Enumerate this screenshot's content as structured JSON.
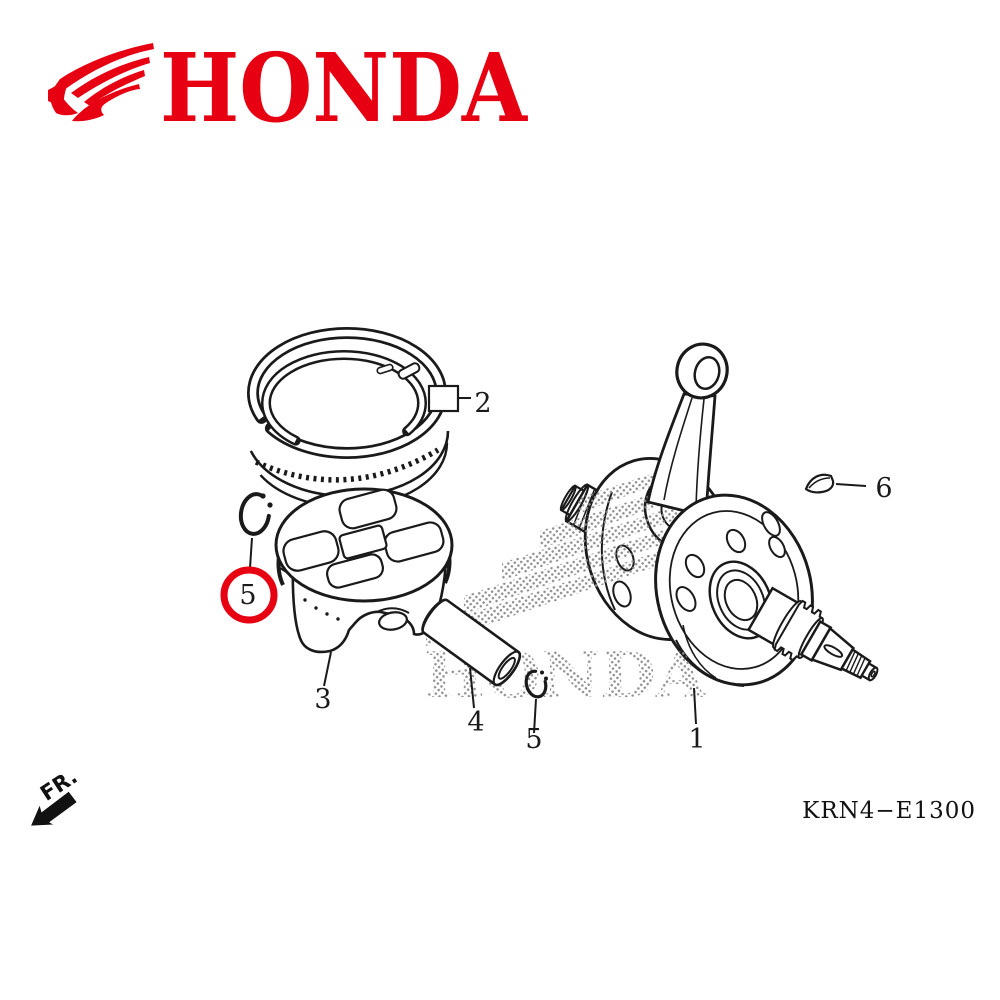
{
  "brand": {
    "logo_text": "HONDA"
  },
  "watermark": {
    "text": "HONDA"
  },
  "footer": {
    "diagram_code": "KRN4−E1300",
    "front_label": "FR."
  },
  "colors": {
    "brand_red": "#e60012",
    "highlight_red": "#e60012",
    "line": "#1a1a1a",
    "watermark_dot": "#8e8e8e",
    "background": "#ffffff"
  },
  "callouts": {
    "crankshaft": {
      "ref": "1",
      "highlighted": false
    },
    "ring_set": {
      "ref": "2",
      "highlighted": false
    },
    "piston": {
      "ref": "3",
      "highlighted": false
    },
    "piston_pin": {
      "ref": "4",
      "highlighted": false
    },
    "pin_clip_left": {
      "ref": "5",
      "highlighted": true
    },
    "pin_clip_right": {
      "ref": "5",
      "highlighted": false
    },
    "woodruff_key": {
      "ref": "6",
      "highlighted": false
    }
  }
}
